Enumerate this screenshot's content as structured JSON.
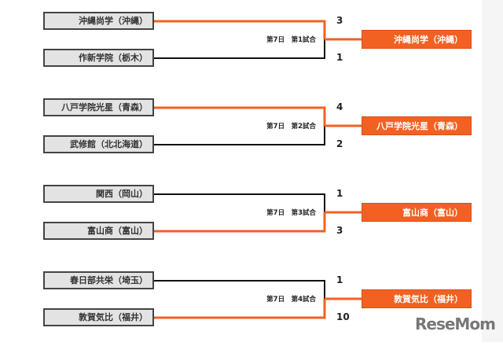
{
  "matches": [
    {
      "team1": "沖縄尚学（沖縄）",
      "team2": "作新学院（栃木）",
      "score1": "3",
      "score2": "1",
      "label": "第7日　第1試合",
      "winner": "沖縄尚学（沖縄）",
      "winner_index": 1
    },
    {
      "team1": "八戸学院光星（青森）",
      "team2": "武修館（北北海道）",
      "score1": "4",
      "score2": "2",
      "label": "第7日　第2試合",
      "winner": "八戸学院光星（青森）",
      "winner_index": 1
    },
    {
      "team1": "関西（岡山）",
      "team2": "富山商（富山）",
      "score1": "1",
      "score2": "3",
      "label": "第7日　第3試合",
      "winner": "富山商（富山）",
      "winner_index": 2
    },
    {
      "team1": "春日部共栄（埼玉）",
      "team2": "敦賀気比（福井）",
      "score1": "1",
      "score2": "10",
      "label": "第7日　第4試合",
      "winner": "敦賀気比（福井）",
      "winner_index": 2
    }
  ],
  "logo": "ReseMom",
  "colors": {
    "accent": "#f26122",
    "loser_line": "#111111"
  }
}
